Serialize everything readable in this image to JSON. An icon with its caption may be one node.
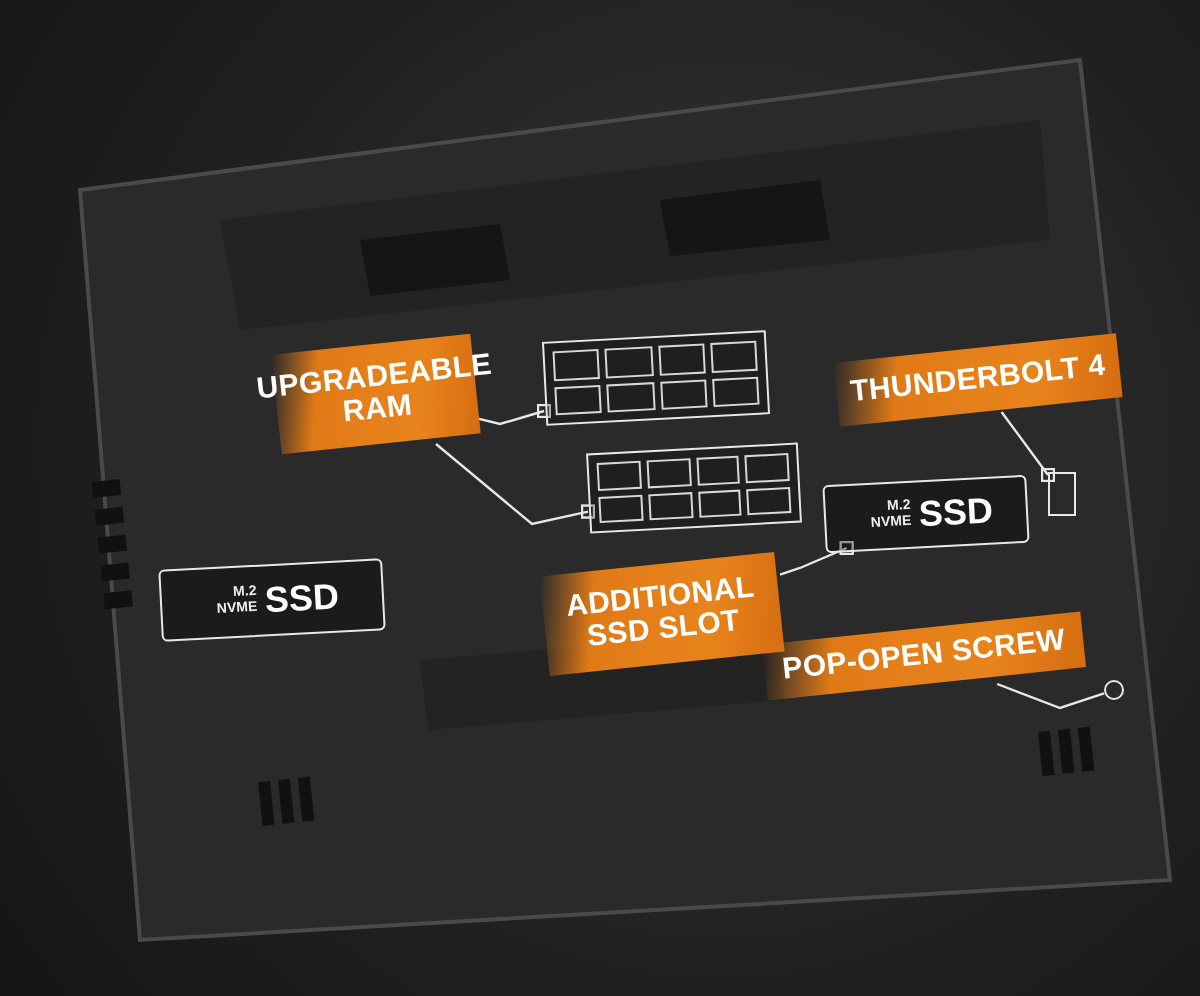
{
  "diagram": {
    "nodes": [
      {
        "text": [
          "UPGRADEABLE RAM"
        ]
      },
      {
        "text": [],
        "shape": "box"
      },
      {
        "text": [],
        "shape": "box"
      },
      {
        "text": [
          "THUNDERBOLT 4"
        ]
      },
      {
        "text": [],
        "shape": "box"
      },
      {
        "text": [
          "M.2 NVME",
          "SSD"
        ]
      },
      {
        "text": [
          "M.2 NVME",
          "SSD"
        ]
      },
      {
        "text": [
          "ADDITIONAL SSD SLOT"
        ]
      },
      {
        "text": [
          "POP-OPEN SCREW"
        ]
      },
      {
        "text": [],
        "shape": "circle"
      }
    ],
    "edges": [
      {
        "from": 0,
        "to": 1,
        "arrow": "other"
      },
      {
        "from": 0,
        "to": 2,
        "arrow": "other"
      },
      {
        "from": 3,
        "to": 4,
        "arrow": "other"
      },
      {
        "from": 7,
        "to": 6,
        "arrow": "other"
      },
      {
        "from": 8,
        "to": 9,
        "arrow": "none"
      }
    ]
  }
}
